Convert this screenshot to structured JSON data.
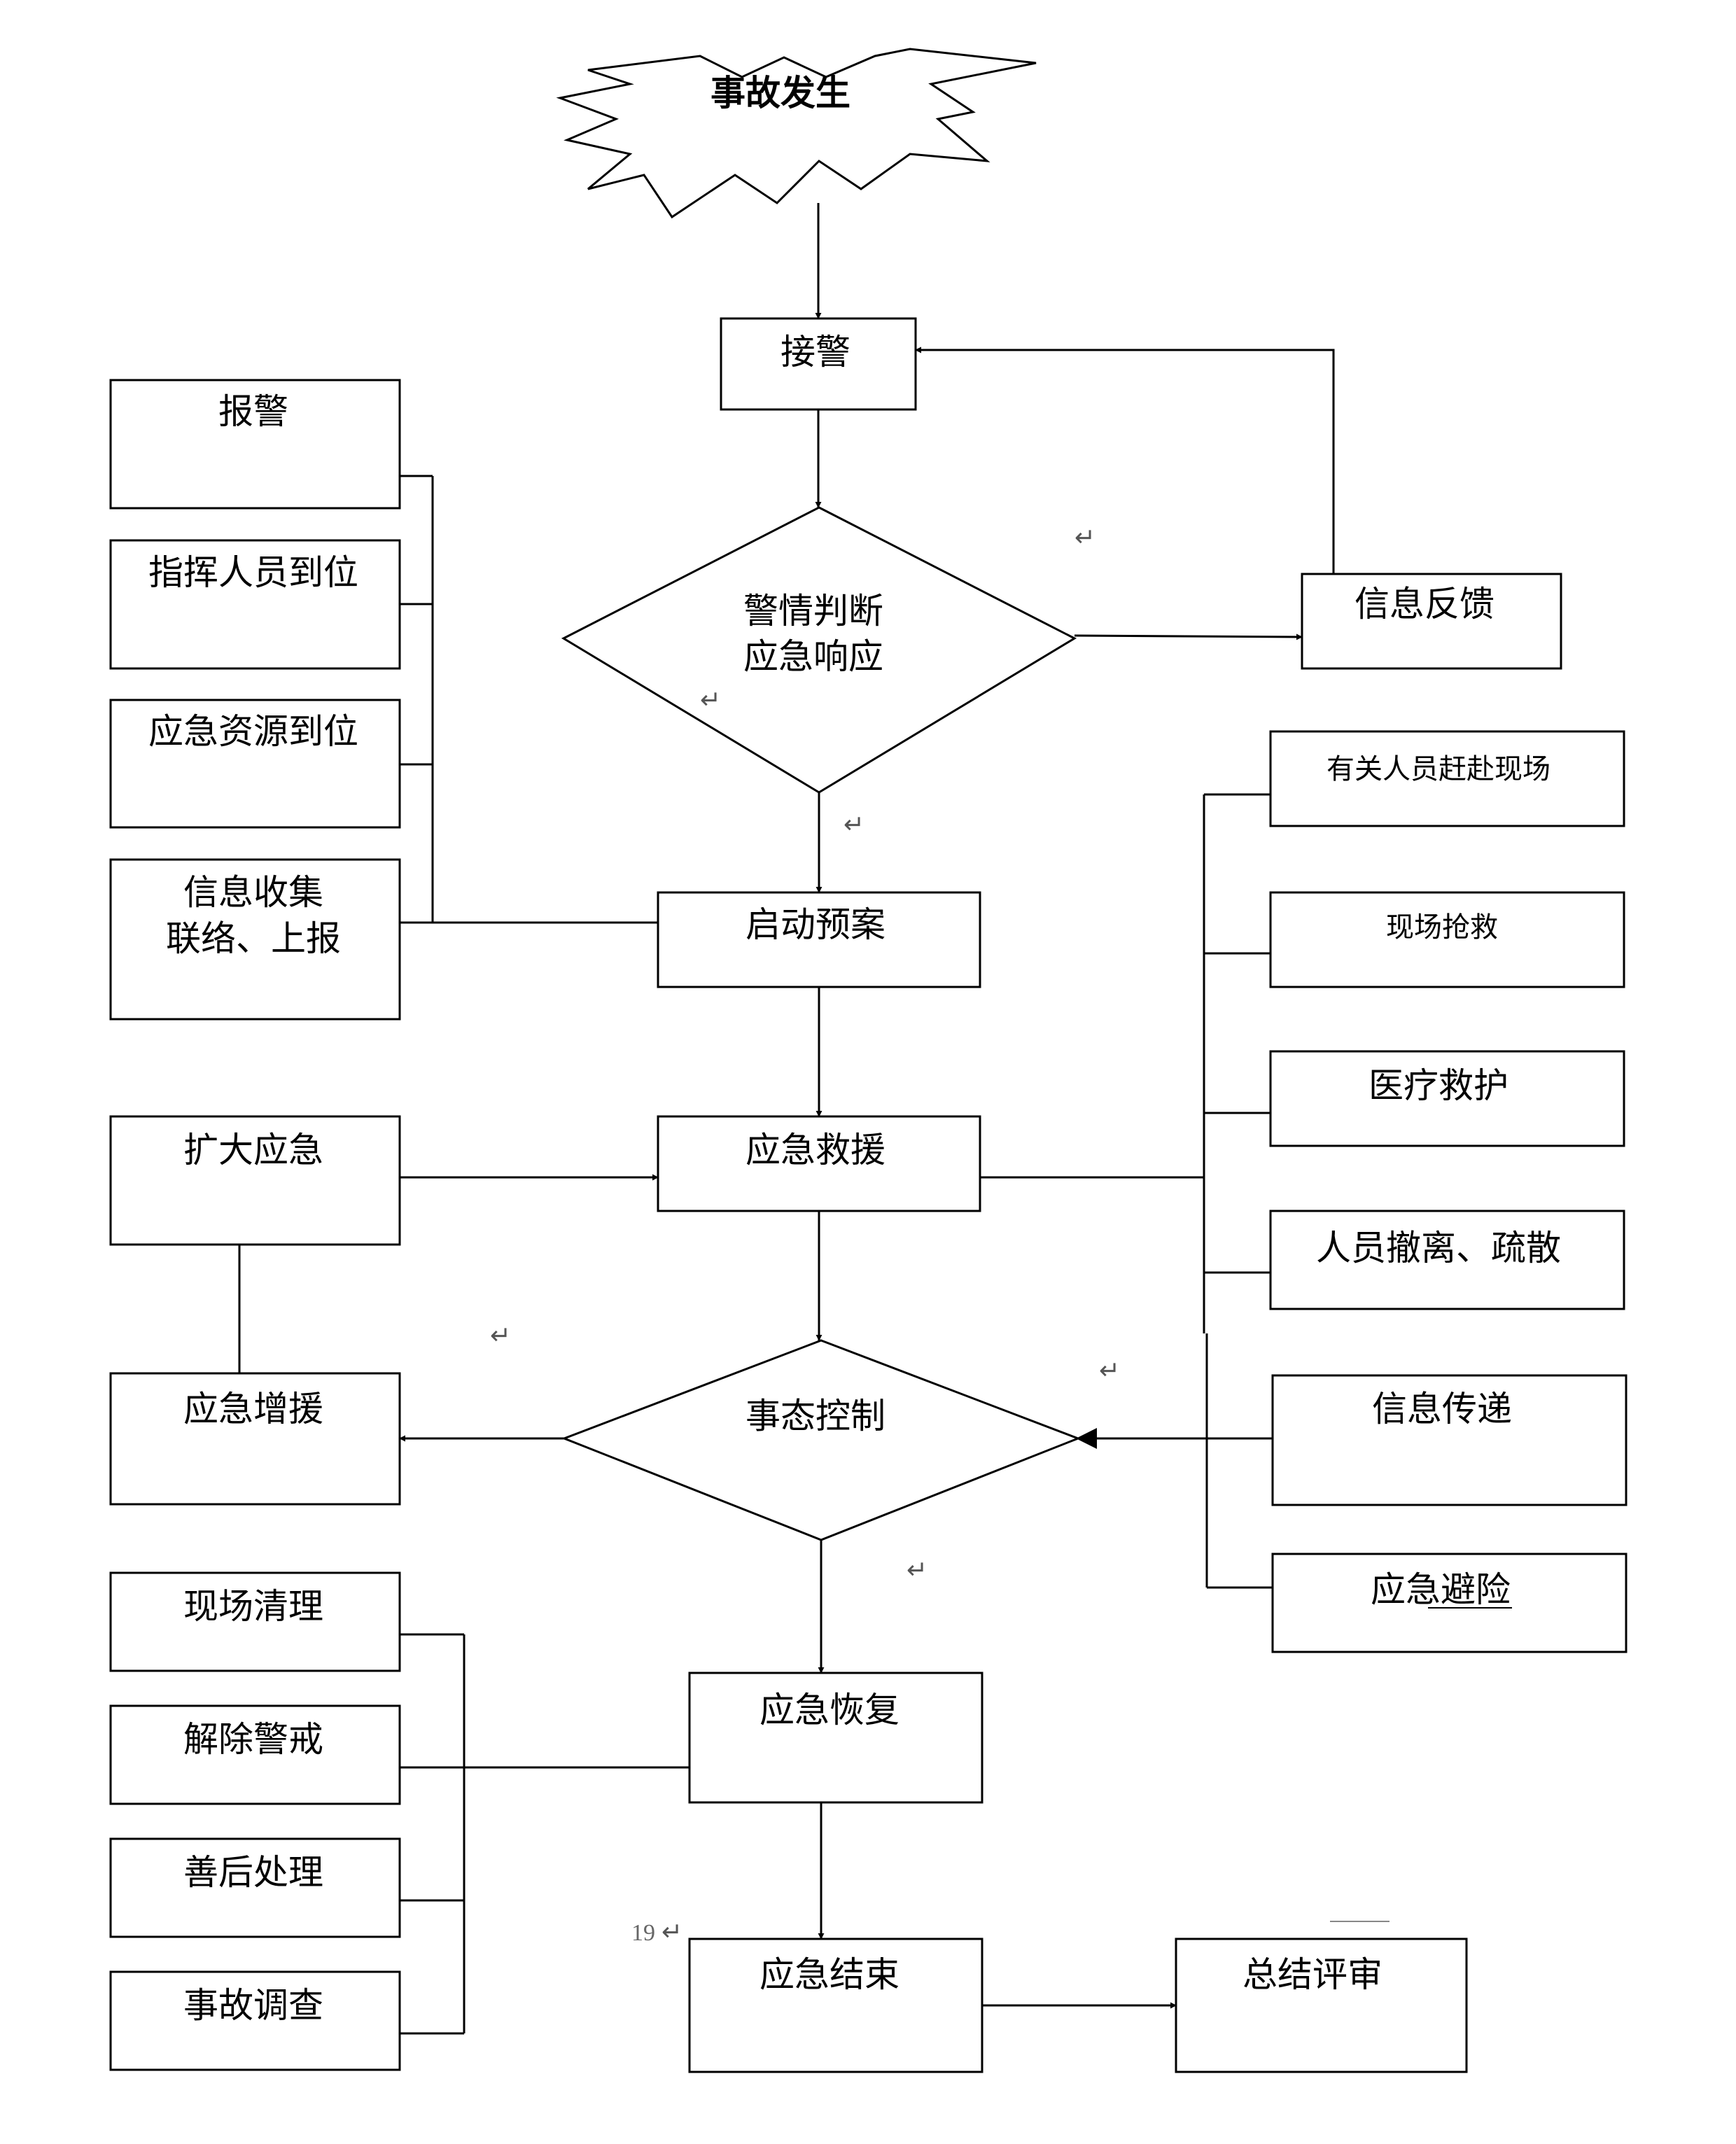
{
  "nodes": {
    "accident": "事故发生",
    "receive_alarm": "接警",
    "judge_line1": "警情判断",
    "judge_line2": "应急响应",
    "info_feedback": "信息反馈",
    "report_alarm": "报警",
    "commanders_in_place": "指挥人员到位",
    "resources_in_place": "应急资源到位",
    "info_collect_line1": "信息收集",
    "info_collect_line2": "联络、上报",
    "start_plan": "启动预案",
    "expand_response": "扩大应急",
    "emergency_rescue": "应急救援",
    "personnel_rush": "有关人员赶赴现场",
    "onsite_rescue": "现场抢救",
    "medical_care": "医疗救护",
    "evacuation": "人员撤离、疏散",
    "situation_control": "事态控制",
    "emergency_reinforce": "应急增援",
    "info_transfer": "信息传递",
    "emergency_avoid": "应急避险",
    "site_cleanup": "现场清理",
    "lift_alert": "解除警戒",
    "aftermath": "善后处理",
    "accident_investigation": "事故调查",
    "emergency_recovery": "应急恢复",
    "emergency_end": "应急结束",
    "summary_review": "总结评审"
  },
  "paragraph_mark": "↵",
  "page_number": "19"
}
